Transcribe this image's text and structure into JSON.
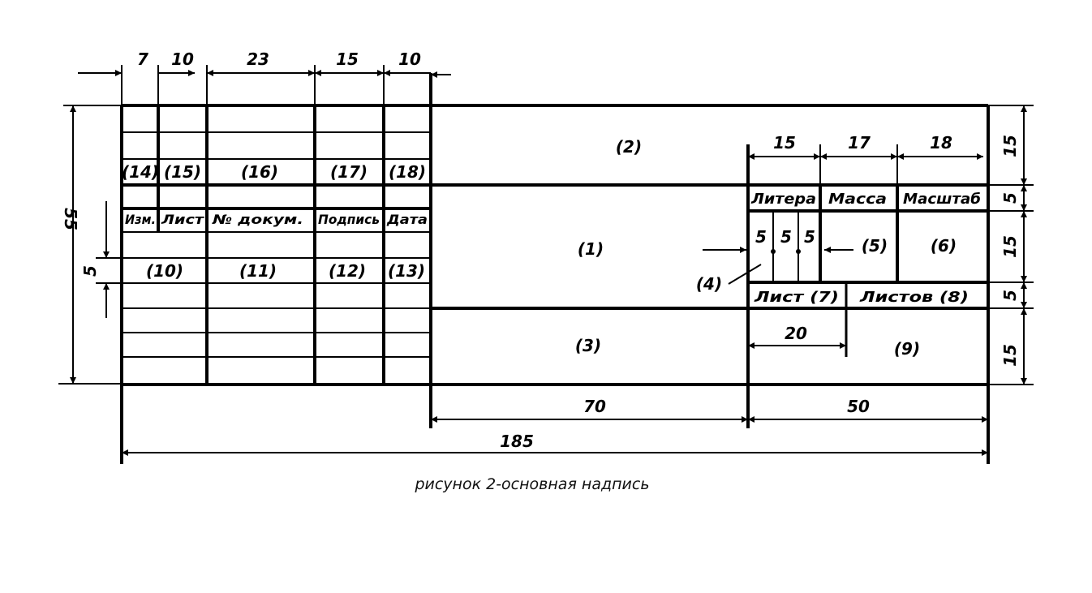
{
  "caption": "рисунок 2-основная надпись",
  "dimensions": {
    "top": [
      "7",
      "10",
      "23",
      "15",
      "10"
    ],
    "right_col": [
      "15",
      "17",
      "18"
    ],
    "right_side": [
      "15",
      "5",
      "15",
      "5",
      "15"
    ],
    "overall_height": "55",
    "row_height": "5",
    "bottom_mid": "70",
    "bottom_right": "50",
    "total_width": "185",
    "sheet_width": "20",
    "literal_cells": [
      "5",
      "5",
      "5"
    ]
  },
  "left_table": {
    "field_numbers_top": [
      "(14)",
      "(15)",
      "(16)",
      "(17)",
      "(18)"
    ],
    "headers": [
      "Изм.",
      "Лист",
      "№ докум.",
      "Подпись",
      "Дата"
    ],
    "field_numbers_bottom": [
      "(10)",
      "(11)",
      "(12)",
      "(13)"
    ]
  },
  "main_block": {
    "field_2": "(2)",
    "field_1": "(1)",
    "field_3": "(3)",
    "field_4": "(4)",
    "field_5": "(5)",
    "field_6": "(6)",
    "field_9": "(9)",
    "litera": "Литера",
    "massa": "Масса",
    "masshtab": "Масштаб",
    "sheet": "Лист (7)",
    "sheets": "Листов (8)"
  }
}
